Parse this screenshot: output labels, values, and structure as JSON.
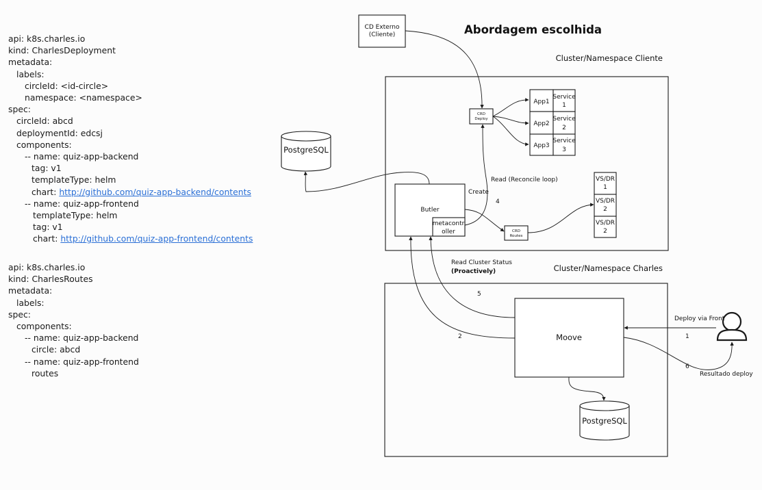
{
  "yaml_spec": {
    "lines": [
      "api: k8s.charles.io",
      "kind: CharlesDeployment",
      "metadata:",
      "labels:",
      "circleId: <id-circle>",
      "namespace: <namespace>",
      "spec:",
      "circleId: abcd",
      "deploymentId: edcsj",
      "components:",
      "-- name: quiz-app-backend",
      "tag: v1",
      "templateType: helm",
      "chart: ",
      "http://github.com/quiz-app-backend/contents",
      "-- name: quiz-app-frontend",
      "templateType: helm",
      "tag: v1",
      "chart: ",
      "http://github.com/quiz-app-frontend/contents",
      "api: k8s.charles.io",
      "kind: CharlesRoutes",
      "metadata:",
      "labels:",
      "spec:",
      "components:",
      "-- name: quiz-app-backend",
      "circle: abcd",
      "-- name: quiz-app-frontend",
      "routes"
    ]
  },
  "diagram": {
    "title": "Abordagem escolhida",
    "cd_externo": [
      "CD Externo",
      "(Cliente)"
    ],
    "cluster_cliente_label": "Cluster/Namespace Cliente",
    "cluster_charles_label": "Cluster/Namespace Charles",
    "postgres_top": "PostgreSQL",
    "postgres_bottom": "PostgreSQL",
    "crd_deploy": [
      "CRD",
      "Deploy"
    ],
    "crd_routes": [
      "CRD",
      "Routes"
    ],
    "apps": [
      "App1",
      "App2",
      "App3"
    ],
    "services": [
      [
        "Service",
        "1"
      ],
      [
        "Service",
        "2"
      ],
      [
        "Service",
        "3"
      ]
    ],
    "vsdr": [
      [
        "VS/DR",
        "1"
      ],
      [
        "VS/DR",
        "2"
      ],
      [
        "VS/DR",
        "2"
      ]
    ],
    "butler": "Butler",
    "metacontroller": [
      "metacontr",
      "oller"
    ],
    "create": "Create",
    "read_reconcile": "Read (Reconcile loop)",
    "num_4": "4",
    "read_cluster_status": "Read Cluster Status",
    "proactively": "(Proactively)",
    "num_5": "5",
    "num_2": "2",
    "moove": "Moove",
    "deploy_via_front": "Deploy via Front",
    "num_1": "1",
    "num_6": "6",
    "resultado_deploy": "Resultado deploy",
    "user_icon": "user-icon"
  }
}
